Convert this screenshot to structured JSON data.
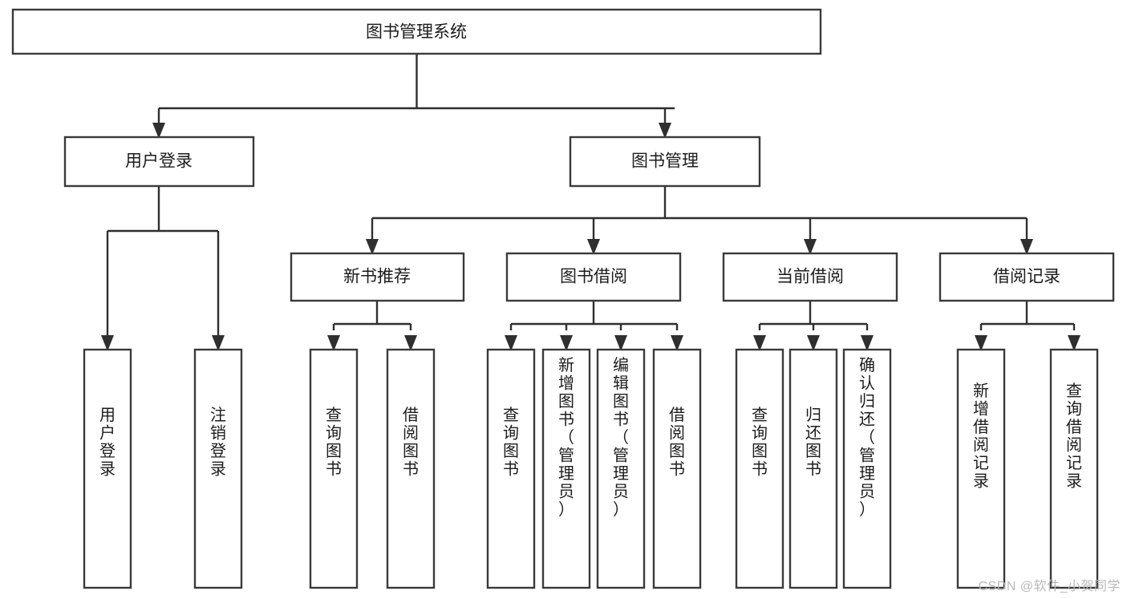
{
  "diagram": {
    "title": "图书管理系统",
    "type": "hierarchy-tree",
    "watermark": "CSDN @软件_小贺同学",
    "colors": {
      "box_fill": "#ffffff",
      "box_stroke": "#3a3a3a",
      "connector": "#2f2f2f",
      "text": "#1c1c1c",
      "watermark": "#b9b9b9",
      "background": "#ffffff"
    },
    "levels": {
      "root": {
        "label": "图书管理系统"
      },
      "level2": [
        {
          "id": "user-login",
          "label": "用户登录"
        },
        {
          "id": "book-management",
          "label": "图书管理"
        }
      ],
      "level3": [
        {
          "id": "new-book-recommend",
          "label": "新书推荐",
          "parent": "book-management"
        },
        {
          "id": "book-borrow",
          "label": "图书借阅",
          "parent": "book-management"
        },
        {
          "id": "current-borrow",
          "label": "当前借阅",
          "parent": "book-management"
        },
        {
          "id": "borrow-record",
          "label": "借阅记录",
          "parent": "book-management"
        }
      ],
      "leaves": [
        {
          "id": "leaf-user-login",
          "label": "用户登录",
          "parent": "user-login"
        },
        {
          "id": "leaf-user-logout",
          "label": "注销登录",
          "parent": "user-login"
        },
        {
          "id": "leaf-query-book-1",
          "label": "查询图书",
          "parent": "new-book-recommend"
        },
        {
          "id": "leaf-borrow-book-1",
          "label": "借阅图书",
          "parent": "new-book-recommend"
        },
        {
          "id": "leaf-query-book-2",
          "label": "查询图书",
          "parent": "book-borrow"
        },
        {
          "id": "leaf-add-book",
          "label": "新增图书（管理员）",
          "parent": "book-borrow"
        },
        {
          "id": "leaf-edit-book",
          "label": "编辑图书（管理员）",
          "parent": "book-borrow"
        },
        {
          "id": "leaf-borrow-book-2",
          "label": "借阅图书",
          "parent": "book-borrow"
        },
        {
          "id": "leaf-query-book-3",
          "label": "查询图书",
          "parent": "current-borrow"
        },
        {
          "id": "leaf-return-book",
          "label": "归还图书",
          "parent": "current-borrow"
        },
        {
          "id": "leaf-confirm-return",
          "label": "确认归还（管理员）",
          "parent": "current-borrow"
        },
        {
          "id": "leaf-add-record",
          "label": "新增借阅记录",
          "parent": "borrow-record"
        },
        {
          "id": "leaf-query-record",
          "label": "查询借阅记录",
          "parent": "borrow-record"
        }
      ]
    }
  }
}
